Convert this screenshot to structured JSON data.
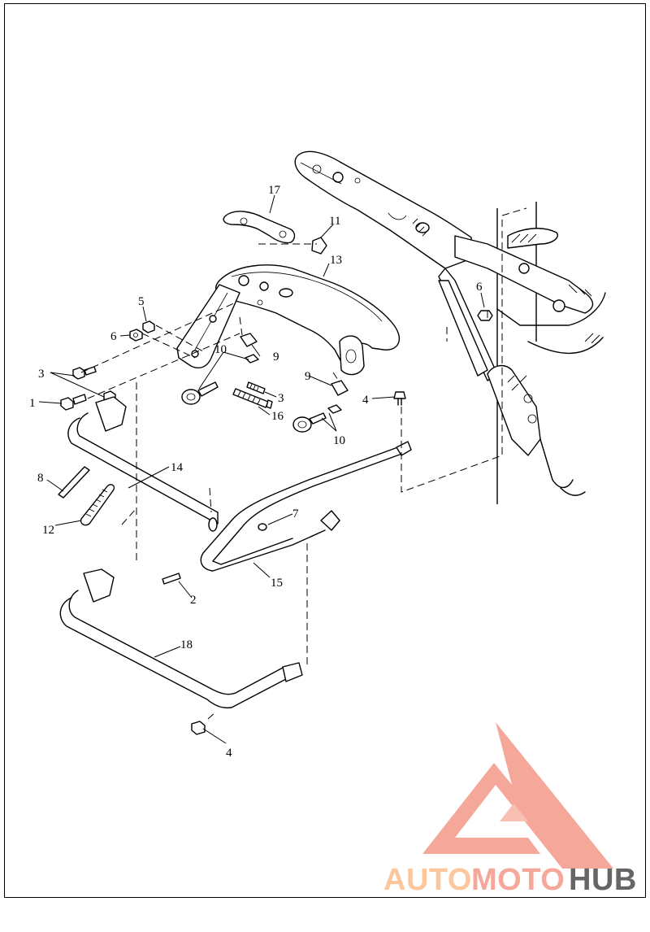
{
  "callouts": [
    "1",
    "2",
    "3",
    "3",
    "4",
    "4",
    "5",
    "6",
    "6",
    "7",
    "8",
    "9",
    "9",
    "10",
    "10",
    "11",
    "12",
    "13",
    "14",
    "15",
    "16",
    "17",
    "18"
  ],
  "watermark": {
    "word1": "AUTO",
    "word2": "MOTO",
    "word3": "HUB",
    "color_primary": "#f5a89a",
    "color_secondary": "#fcc79c",
    "color_dark": "#666666"
  }
}
